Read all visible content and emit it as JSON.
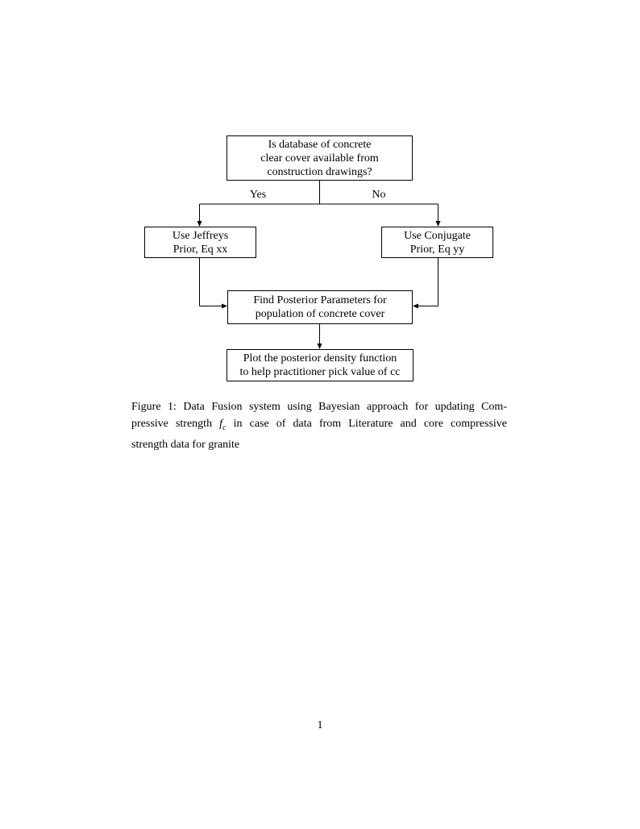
{
  "figure": {
    "nodes": {
      "decision": "Is database of concrete\nclear cover available from\nconstruction drawings?",
      "jeffreys": "Use Jeffreys\nPrior, Eq xx",
      "conjugate": "Use Conjugate\nPrior, Eq yy",
      "posterior": "Find Posterior Parameters for\npopulation of concrete cover",
      "plot": "Plot the posterior density function\nto help practitioner pick value of cc"
    },
    "edge_labels": {
      "yes": "Yes",
      "no": "No"
    }
  },
  "caption": {
    "line1": "Figure 1: Data Fusion system using Bayesian approach for updating Com-",
    "line2_pre": "pressive strength ",
    "math_base": "f",
    "math_sub": "c",
    "line2_post": " in case of data from Literature and core compressive",
    "line3": "strength data for granite"
  },
  "page": {
    "number": "1"
  },
  "colors": {
    "ink": "#000000",
    "paper": "#ffffff"
  }
}
